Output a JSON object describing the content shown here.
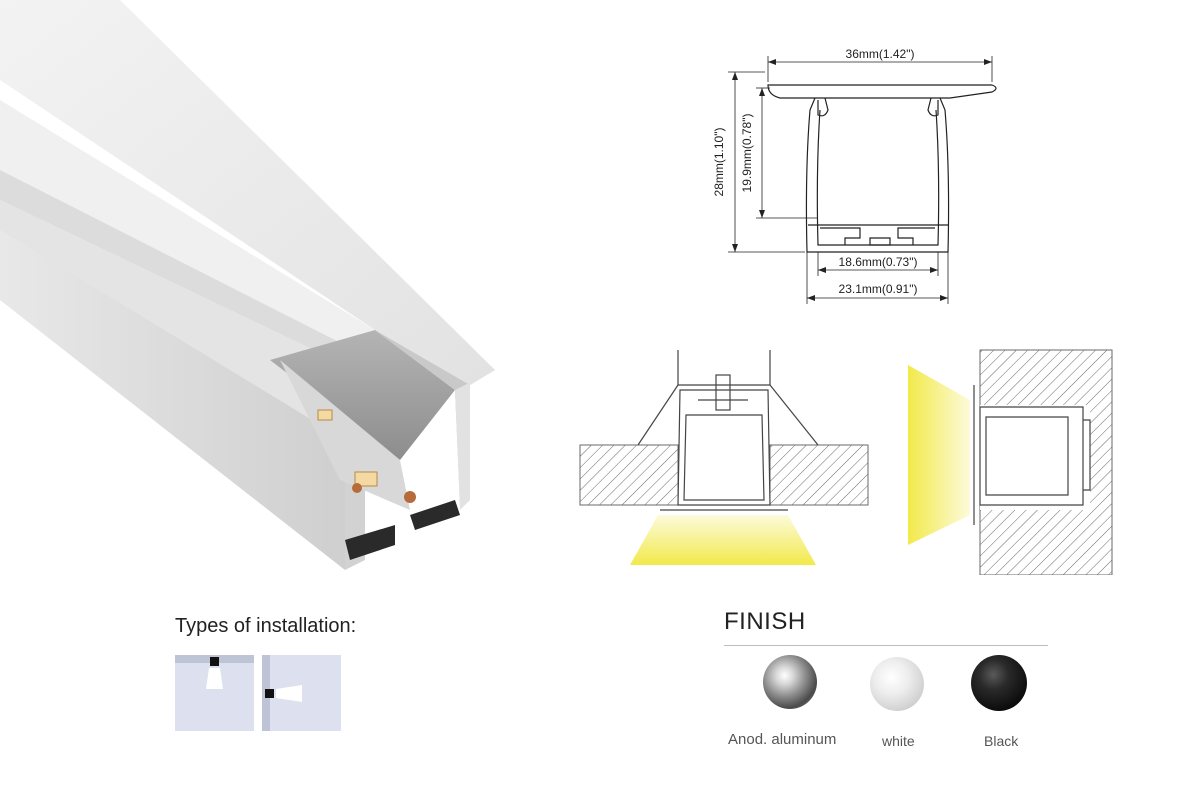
{
  "diagram": {
    "width_top": "36mm(1.42\")",
    "height_total": "28mm(1.10\")",
    "height_inner": "19.9mm(0.78\")",
    "width_inner": "18.6mm(0.73\")",
    "width_outer": "23.1mm(0.91\")"
  },
  "installation": {
    "title": "Types of installation:",
    "types": [
      "ceiling-recessed-icon",
      "wall-recessed-icon"
    ]
  },
  "finish": {
    "title": "FINISH",
    "options": [
      {
        "label": "Anod. aluminum",
        "color": "#8c8c8c"
      },
      {
        "label": "white",
        "color": "#e6e6e6"
      },
      {
        "label": "Black",
        "color": "#111111"
      }
    ]
  },
  "colors": {
    "light_beam": "#f2e94a",
    "hatch": "#6a6a6a",
    "swatch_panel": "#dde0ef"
  }
}
